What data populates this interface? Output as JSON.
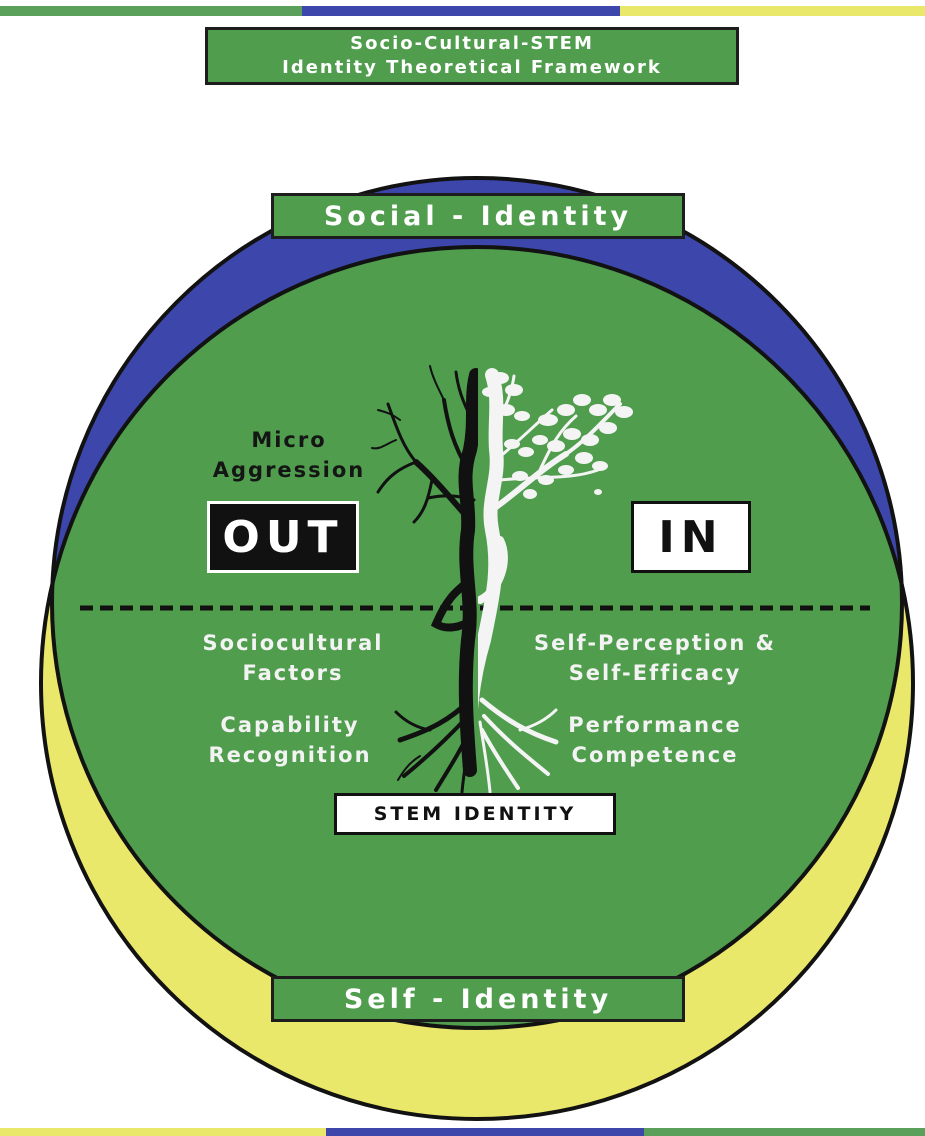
{
  "title": {
    "line1": "Socio-Cultural-STEM",
    "line2": "Identity Theoretical Framework"
  },
  "colors": {
    "green": "#4f9d4d",
    "blue": "#3d47ab",
    "yellow": "#e9e86a"
  },
  "circles": {
    "social_label": "Social - Identity",
    "self_label": "Self - Identity"
  },
  "overlap": {
    "out_label": "OUT",
    "in_label": "IN",
    "micro_aggression": [
      "Micro",
      "Aggression"
    ],
    "left_factors": [
      [
        "Sociocultural",
        "Factors"
      ],
      [
        "Capability",
        "Recognition"
      ]
    ],
    "right_factors": [
      [
        "Self-Perception &",
        "Self-Efficacy"
      ],
      [
        "Performance",
        "Competence"
      ]
    ],
    "stem_label": "STEM IDENTITY"
  },
  "tree_icon": "tree-silhouette-icon"
}
